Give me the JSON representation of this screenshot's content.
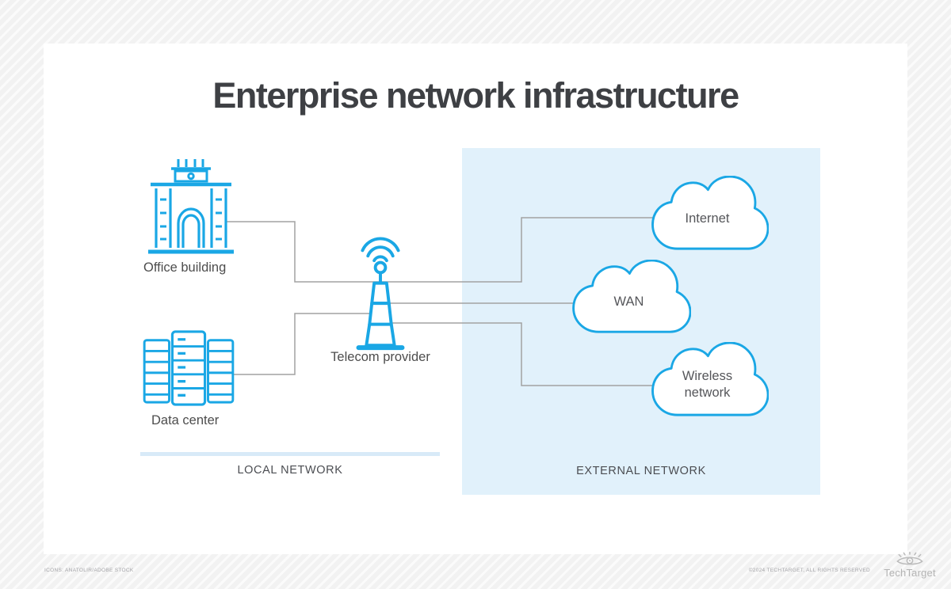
{
  "title": "Enterprise network infrastructure",
  "nodes": {
    "office": {
      "label": "Office building",
      "icon": "office-building-icon"
    },
    "datacenter": {
      "label": "Data center",
      "icon": "server-rack-icon"
    },
    "telecom": {
      "label": "Telecom provider",
      "icon": "cell-tower-icon"
    },
    "internet": {
      "label": "Internet",
      "icon": "cloud-icon"
    },
    "wan": {
      "label": "WAN",
      "icon": "cloud-icon"
    },
    "wireless": {
      "label": "Wireless network",
      "icon": "cloud-icon"
    }
  },
  "sections": {
    "local": {
      "label": "LOCAL NETWORK"
    },
    "external": {
      "label": "EXTERNAL NETWORK"
    }
  },
  "footer": {
    "credits": "ICONS: ANATOLIR/ADOBE STOCK",
    "copyright": "©2024 TECHTARGET, ALL RIGHTS RESERVED",
    "brand": "TechTarget"
  },
  "colors": {
    "icon_blue": "#1aa7e5",
    "panel_blue": "#e1f1fb",
    "underline_blue": "#d8eaf8",
    "connector_gray": "#a2a2a2",
    "title_gray": "#3e4044"
  }
}
